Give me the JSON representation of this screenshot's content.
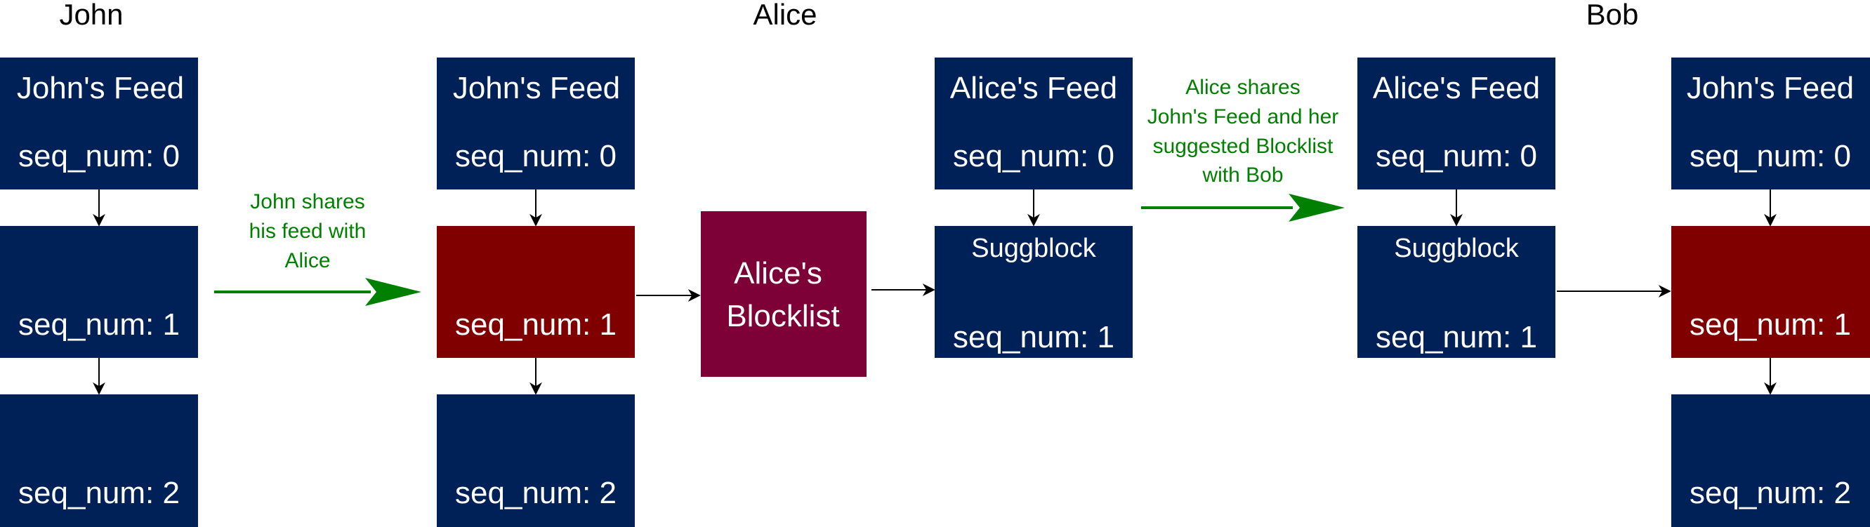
{
  "colors": {
    "feed_block": "#002157",
    "blocked_block": "#800000",
    "blocklist": "#7d0036",
    "text_light": "#ffffff",
    "text_dark": "#000000",
    "share_arrow": "#008000",
    "plain_arrow": "#000000"
  },
  "columns": {
    "john": {
      "name": "John",
      "blocks": [
        {
          "header": "John's Feed",
          "label": "seq_num: 0"
        },
        {
          "header": "",
          "label": "seq_num: 1"
        },
        {
          "header": "",
          "label": "seq_num: 2"
        }
      ]
    },
    "alice": {
      "name": "Alice",
      "copied_feed": [
        {
          "header": "John's Feed",
          "label": "seq_num: 0"
        },
        {
          "header": "",
          "label": "seq_num: 1"
        },
        {
          "header": "",
          "label": "seq_num: 2"
        }
      ],
      "blocklist": {
        "line1": "Alice's",
        "line2": "Blocklist"
      },
      "own_feed": [
        {
          "header": "Alice's Feed",
          "label": "seq_num: 0"
        },
        {
          "header": "Suggblock",
          "label": "seq_num: 1"
        }
      ]
    },
    "bob": {
      "name": "Bob",
      "alice_feed": [
        {
          "header": "Alice's Feed",
          "label": "seq_num: 0"
        },
        {
          "header": "Suggblock",
          "label": "seq_num: 1"
        }
      ],
      "john_feed": [
        {
          "header": "John's Feed",
          "label": "seq_num: 0"
        },
        {
          "header": "",
          "label": "seq_num: 1"
        },
        {
          "header": "",
          "label": "seq_num: 2"
        }
      ]
    }
  },
  "shares": {
    "john_to_alice": {
      "lines": [
        "John shares",
        "his feed with",
        "Alice"
      ]
    },
    "alice_to_bob": {
      "lines": [
        "Alice shares",
        "John's Feed and her",
        "suggested Blocklist",
        "with Bob"
      ]
    }
  }
}
